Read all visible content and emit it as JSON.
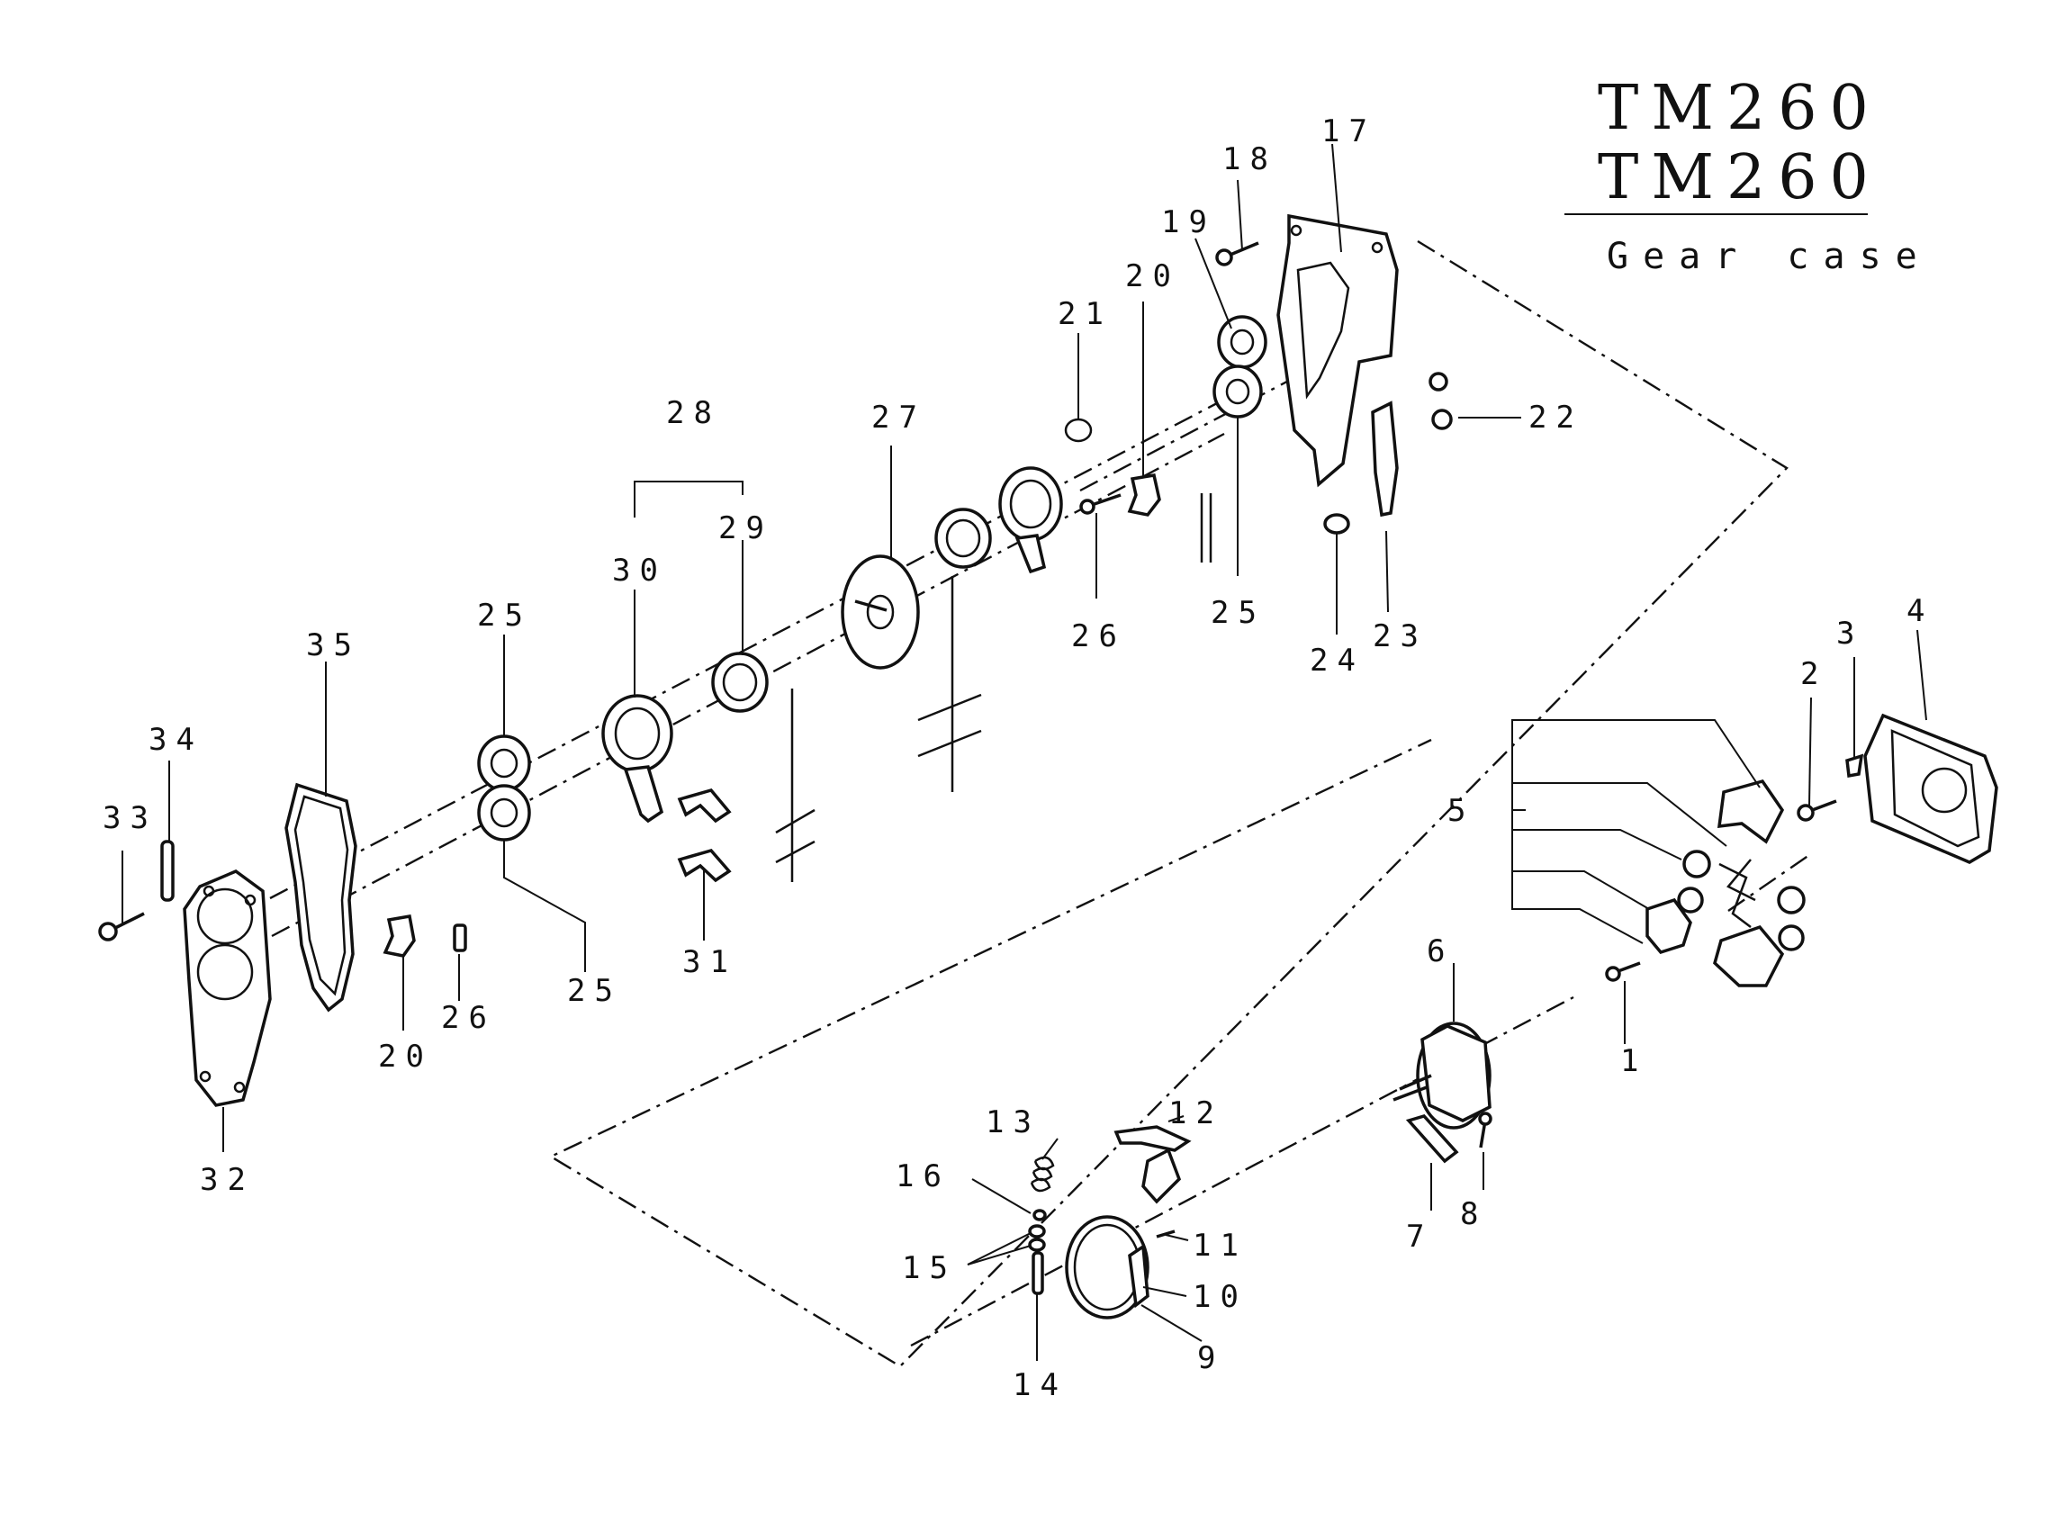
{
  "title": {
    "model_line_1": "TM260",
    "model_line_2": "TM260",
    "section": "Gear case"
  },
  "callouts": [
    {
      "id": "c1",
      "text": "1"
    },
    {
      "id": "c2",
      "text": "2"
    },
    {
      "id": "c3",
      "text": "3"
    },
    {
      "id": "c4",
      "text": "4"
    },
    {
      "id": "c5",
      "text": "5"
    },
    {
      "id": "c6",
      "text": "6"
    },
    {
      "id": "c7",
      "text": "7"
    },
    {
      "id": "c8",
      "text": "8"
    },
    {
      "id": "c9",
      "text": "9"
    },
    {
      "id": "c10",
      "text": "10"
    },
    {
      "id": "c11",
      "text": "11"
    },
    {
      "id": "c12",
      "text": "12"
    },
    {
      "id": "c13",
      "text": "13"
    },
    {
      "id": "c14",
      "text": "14"
    },
    {
      "id": "c15",
      "text": "15"
    },
    {
      "id": "c16",
      "text": "16"
    },
    {
      "id": "c17",
      "text": "17"
    },
    {
      "id": "c18",
      "text": "18"
    },
    {
      "id": "c19",
      "text": "19"
    },
    {
      "id": "c20a",
      "text": "20"
    },
    {
      "id": "c20b",
      "text": "20"
    },
    {
      "id": "c21",
      "text": "21"
    },
    {
      "id": "c22",
      "text": "22"
    },
    {
      "id": "c23",
      "text": "23"
    },
    {
      "id": "c24",
      "text": "24"
    },
    {
      "id": "c25a",
      "text": "25"
    },
    {
      "id": "c25b",
      "text": "25"
    },
    {
      "id": "c25c",
      "text": "25"
    },
    {
      "id": "c26a",
      "text": "26"
    },
    {
      "id": "c26b",
      "text": "26"
    },
    {
      "id": "c27",
      "text": "27"
    },
    {
      "id": "c28",
      "text": "28"
    },
    {
      "id": "c29",
      "text": "29"
    },
    {
      "id": "c30",
      "text": "30"
    },
    {
      "id": "c31",
      "text": "31"
    },
    {
      "id": "c32",
      "text": "32"
    },
    {
      "id": "c33",
      "text": "33"
    },
    {
      "id": "c34",
      "text": "34"
    },
    {
      "id": "c35",
      "text": "35"
    }
  ]
}
